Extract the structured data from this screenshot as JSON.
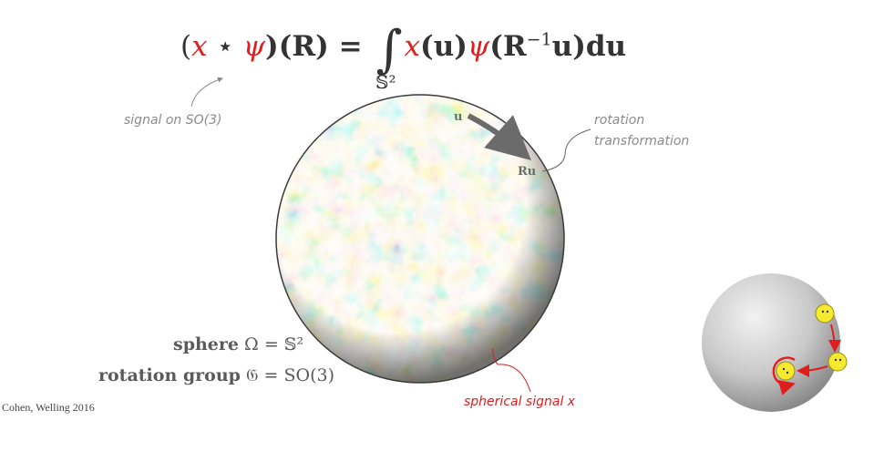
{
  "equation": {
    "lhs_open": "(",
    "x": "x",
    "star": " ⋆ ",
    "psi": "ψ",
    "lhs_close": ")(R) = ",
    "rhs_x": "x",
    "rhs_u": "(u)",
    "rhs_psi": "ψ",
    "rhs_arg": "(R",
    "rhs_exp": "−1",
    "rhs_end": "u)du",
    "integral_domain": "𝕊²"
  },
  "annotations": {
    "signal_on_so3": "signal on SO(3)",
    "rotation_transformation_line1": "rotation",
    "rotation_transformation_line2": "transformation",
    "spherical_signal": "spherical signal x",
    "point_u": "u",
    "point_Ru": "Ru"
  },
  "definitions": {
    "sphere_label": "sphere",
    "sphere_def": " Ω = 𝕊²",
    "rotation_group_label": "rotation group",
    "rotation_group_def": " 𝔊 = SO(3)"
  },
  "citation": "Cohen, Welling 2016",
  "colors": {
    "accent_red": "#e01e1e",
    "text_gray": "#8a8a8a",
    "cmb_blue": "#29b6e0",
    "cmb_orange": "#e8892a",
    "cmb_yellow": "#f0d58a"
  }
}
